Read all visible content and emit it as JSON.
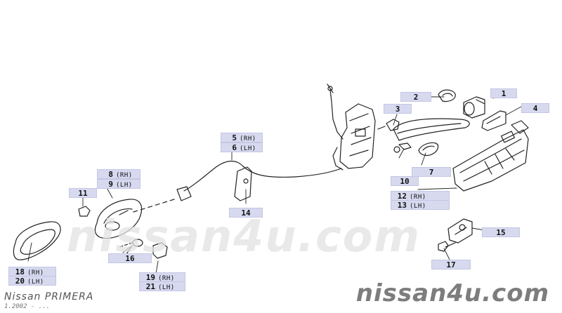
{
  "brand_watermark": "nissan4u.com",
  "model": {
    "name": "Nissan PRIMERA",
    "date": "1.2002 - ..."
  },
  "colors": {
    "callout_bg": "#d7d9ef",
    "line": "#222222",
    "watermark_corner": "#7d7d7d"
  },
  "callouts": [
    {
      "id": "c1",
      "lines": [
        {
          "num": "1",
          "side": ""
        }
      ]
    },
    {
      "id": "c2",
      "lines": [
        {
          "num": "2",
          "side": ""
        }
      ]
    },
    {
      "id": "c3",
      "lines": [
        {
          "num": "3",
          "side": ""
        }
      ]
    },
    {
      "id": "c4",
      "lines": [
        {
          "num": "4",
          "side": ""
        }
      ]
    },
    {
      "id": "c5",
      "lines": [
        {
          "num": "5",
          "side": "(RH)"
        },
        {
          "num": "6",
          "side": "(LH)"
        }
      ]
    },
    {
      "id": "c7",
      "lines": [
        {
          "num": "7",
          "side": ""
        }
      ]
    },
    {
      "id": "c8",
      "lines": [
        {
          "num": "8",
          "side": "(RH)"
        },
        {
          "num": "9",
          "side": "(LH)"
        }
      ]
    },
    {
      "id": "c10",
      "lines": [
        {
          "num": "10",
          "side": ""
        }
      ]
    },
    {
      "id": "c11",
      "lines": [
        {
          "num": "11",
          "side": ""
        }
      ]
    },
    {
      "id": "c12",
      "lines": [
        {
          "num": "12",
          "side": "(RH)"
        },
        {
          "num": "13",
          "side": "(LH)"
        }
      ]
    },
    {
      "id": "c14",
      "lines": [
        {
          "num": "14",
          "side": ""
        }
      ]
    },
    {
      "id": "c15",
      "lines": [
        {
          "num": "15",
          "side": ""
        }
      ]
    },
    {
      "id": "c16",
      "lines": [
        {
          "num": "16",
          "side": ""
        }
      ]
    },
    {
      "id": "c17",
      "lines": [
        {
          "num": "17",
          "side": ""
        }
      ]
    },
    {
      "id": "c18",
      "lines": [
        {
          "num": "18",
          "side": "(RH)"
        },
        {
          "num": "20",
          "side": "(LH)"
        }
      ]
    },
    {
      "id": "c19",
      "lines": [
        {
          "num": "19",
          "side": "(RH)"
        },
        {
          "num": "21",
          "side": "(LH)"
        }
      ]
    }
  ]
}
